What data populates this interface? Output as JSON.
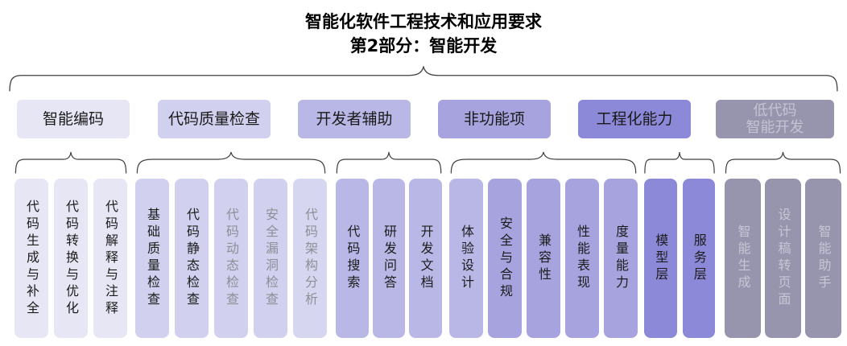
{
  "title": {
    "line1": "智能化软件工程技术和应用要求",
    "line2": "第2部分：智能开发"
  },
  "brace_color": "#3f3f3f",
  "groups": [
    {
      "id": "intelligent-coding",
      "header": {
        "label": "智能编码",
        "bg": "#e7e6f5",
        "color": "#1a1a1a"
      },
      "items": [
        {
          "id": "code-generation-completion",
          "label": "代码生成与补全",
          "bg": "#e7e6f5",
          "color": "#1c1c1c"
        },
        {
          "id": "code-conversion-optimization",
          "label": "代码转换与优化",
          "bg": "#e7e6f5",
          "color": "#1c1c1c"
        },
        {
          "id": "code-explanation-annotation",
          "label": "代码解释与注释",
          "bg": "#e7e6f5",
          "color": "#1c1c1c"
        }
      ]
    },
    {
      "id": "code-quality-check",
      "header": {
        "label": "代码质量检查",
        "bg": "#d1d0ee",
        "color": "#1a1a1a"
      },
      "items": [
        {
          "id": "basic-quality-check",
          "label": "基础质量检查",
          "bg": "#d1d0ee",
          "color": "#1c1c1c"
        },
        {
          "id": "code-static-check",
          "label": "代码静态检查",
          "bg": "#d1d0ee",
          "color": "#1c1c1c"
        },
        {
          "id": "code-dynamic-check",
          "label": "代码动态检查",
          "bg": "#d1d0ee",
          "color": "#8f8f98"
        },
        {
          "id": "security-vulnerability-check",
          "label": "安全漏洞检查",
          "bg": "#d1d0ee",
          "color": "#8f8f98"
        },
        {
          "id": "code-architecture-analysis",
          "label": "代码架构分析",
          "bg": "#d7d6f0",
          "color": "#8f8f98"
        }
      ]
    },
    {
      "id": "developer-assist",
      "header": {
        "label": "开发者辅助",
        "bg": "#b9b7e6",
        "color": "#1a1a1a"
      },
      "items": [
        {
          "id": "code-search",
          "label": "代码搜索",
          "bg": "#b9b7e6",
          "color": "#1c1c1c"
        },
        {
          "id": "rd-question-answer",
          "label": "研发问答",
          "bg": "#b9b7e6",
          "color": "#1c1c1c"
        },
        {
          "id": "dev-documentation",
          "label": "开发文档",
          "bg": "#b9b7e6",
          "color": "#1c1c1c"
        }
      ]
    },
    {
      "id": "non-functional",
      "header": {
        "label": "非功能项",
        "bg": "#a6a3de",
        "color": "#1a1a1a"
      },
      "items": [
        {
          "id": "experience-design",
          "label": "体验设计",
          "bg": "#b9b7e6",
          "color": "#1c1c1c"
        },
        {
          "id": "security-compliance",
          "label": "安全与合规",
          "bg": "#a6a3de",
          "color": "#1c1c1c"
        },
        {
          "id": "compatibility",
          "label": "兼容性",
          "bg": "#a6a3de",
          "color": "#1c1c1c"
        },
        {
          "id": "performance",
          "label": "性能表现",
          "bg": "#a6a3de",
          "color": "#1c1c1c"
        },
        {
          "id": "measurement-capability",
          "label": "度量能力",
          "bg": "#a6a3de",
          "color": "#1c1c1c"
        }
      ]
    },
    {
      "id": "engineering-capability",
      "header": {
        "label": "工程化能力",
        "bg": "#8c89d8",
        "color": "#1a1a1a"
      },
      "items": [
        {
          "id": "model-layer",
          "label": "模型层",
          "bg": "#8c89d8",
          "color": "#1c1c1c"
        },
        {
          "id": "service-layer",
          "label": "服务层",
          "bg": "#8c89d8",
          "color": "#1c1c1c"
        }
      ]
    },
    {
      "id": "low-code-intelligent-dev",
      "header": {
        "label": "低代码\n智能开发",
        "bg": "#9794ae",
        "color": "#c5c3d2"
      },
      "items": [
        {
          "id": "intelligent-generation",
          "label": "智能生成",
          "bg": "#9794ae",
          "color": "#c8c6d4"
        },
        {
          "id": "design-to-page",
          "label": "设计稿转页面",
          "bg": "#9794ae",
          "color": "#c8c6d4"
        },
        {
          "id": "intelligent-assistant",
          "label": "智能助手",
          "bg": "#9794ae",
          "color": "#c8c6d4"
        }
      ]
    }
  ]
}
